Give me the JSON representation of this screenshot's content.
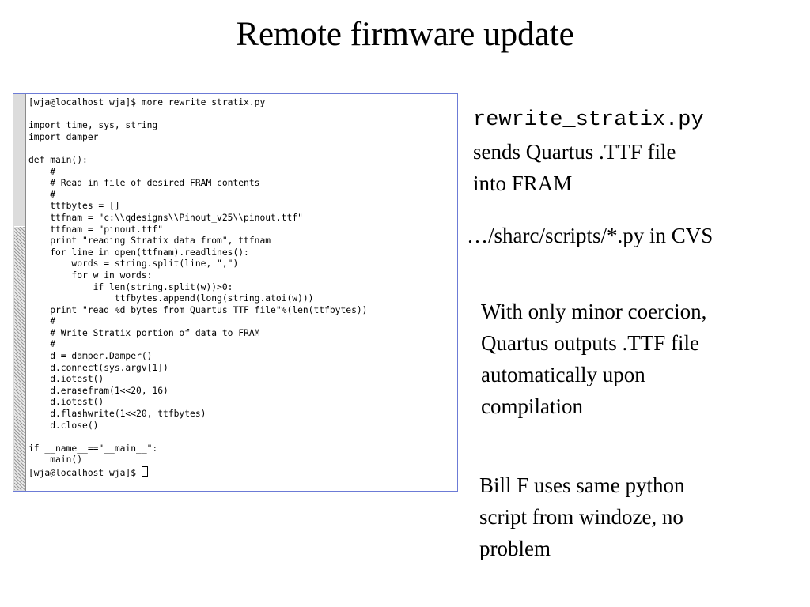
{
  "slide": {
    "title": "Remote firmware update"
  },
  "terminal": {
    "lines": [
      "[wja@localhost wja]$ more rewrite_stratix.py",
      "",
      "import time, sys, string",
      "import damper",
      "",
      "def main():",
      "    #",
      "    # Read in file of desired FRAM contents",
      "    #",
      "    ttfbytes = []",
      "    ttfnam = \"c:\\\\qdesigns\\\\Pinout_v25\\\\pinout.ttf\"",
      "    ttfnam = \"pinout.ttf\"",
      "    print \"reading Stratix data from\", ttfnam",
      "    for line in open(ttfnam).readlines():",
      "        words = string.split(line, \",\")",
      "        for w in words:",
      "            if len(string.split(w))>0:",
      "                ttfbytes.append(long(string.atoi(w)))",
      "    print \"read %d bytes from Quartus TTF file\"%(len(ttfbytes))",
      "    #",
      "    # Write Stratix portion of data to FRAM",
      "    #",
      "    d = damper.Damper()",
      "    d.connect(sys.argv[1])",
      "    d.iotest()",
      "    d.erasefram(1<<20, 16)",
      "    d.iotest()",
      "    d.flashwrite(1<<20, ttfbytes)",
      "    d.close()",
      "",
      "if __name__==\"__main__\":",
      "    main()"
    ],
    "prompt": "[wja@localhost wja]$ "
  },
  "notes": {
    "file_name": "rewrite_stratix.py",
    "file_desc_1": "sends Quartus .TTF file",
    "file_desc_2": "into FRAM",
    "cvs_path": "…/sharc/scripts/*.py in CVS",
    "quartus_1": "With only minor coercion,",
    "quartus_2": "Quartus outputs .TTF file",
    "quartus_3": "automatically upon",
    "quartus_4": "compilation",
    "bill_1": "Bill F uses same python",
    "bill_2": "script from windoze, no",
    "bill_3": "problem"
  },
  "colors": {
    "terminal_border": "#6c7bd6",
    "background": "#ffffff",
    "text": "#000000"
  }
}
